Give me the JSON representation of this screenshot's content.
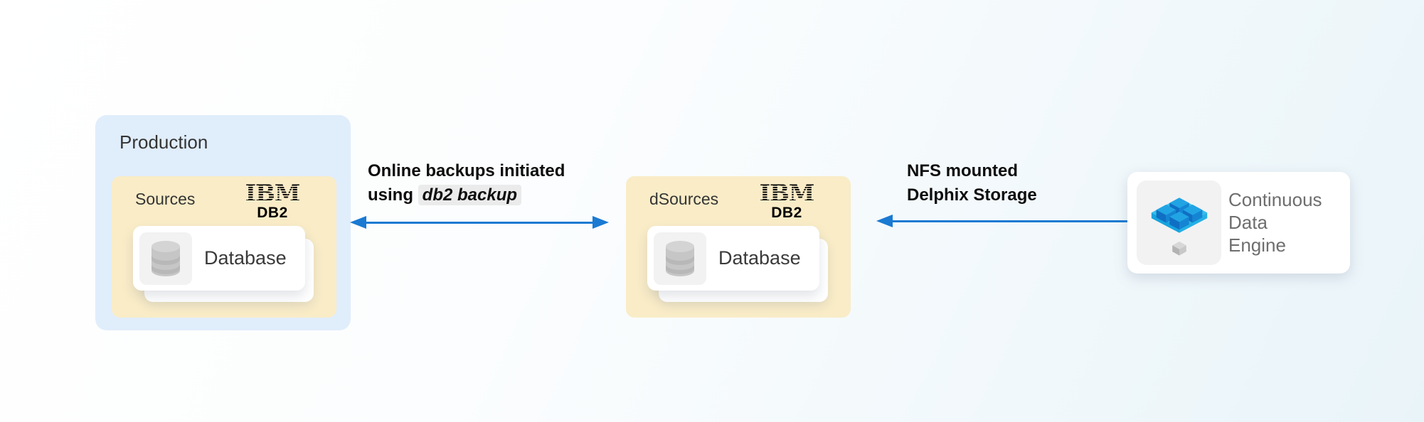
{
  "colors": {
    "production_bg": "#e0edfb",
    "group_bg": "#f9ecc7",
    "arrow": "#1a7ad2",
    "code_bg": "#ebebeb",
    "card_bg": "#ffffff",
    "tile_bg": "#f2f2f3",
    "text_primary": "#343434",
    "text_muted": "#6e6e6e",
    "text_bold": "#0d0d0d"
  },
  "production": {
    "title": "Production",
    "sources": {
      "label": "Sources",
      "vendor": {
        "brand": "IBM",
        "product": "DB2"
      },
      "database": {
        "label": "Database",
        "icon": "database-cylinder-icon"
      }
    }
  },
  "dsources": {
    "label": "dSources",
    "vendor": {
      "brand": "IBM",
      "product": "DB2"
    },
    "database": {
      "label": "Database",
      "icon": "database-cylinder-icon"
    }
  },
  "flows": {
    "backup": {
      "line1": "Online backups initiated",
      "line2_prefix": "using",
      "line2_code": "db2 backup",
      "direction": "bidirectional"
    },
    "nfs": {
      "line1": "NFS mounted",
      "line2": "Delphix Storage",
      "direction": "right-to-left"
    }
  },
  "engine": {
    "lines": [
      "Continuous",
      "Data",
      "Engine"
    ],
    "icon": "delphix-engine-icon"
  }
}
